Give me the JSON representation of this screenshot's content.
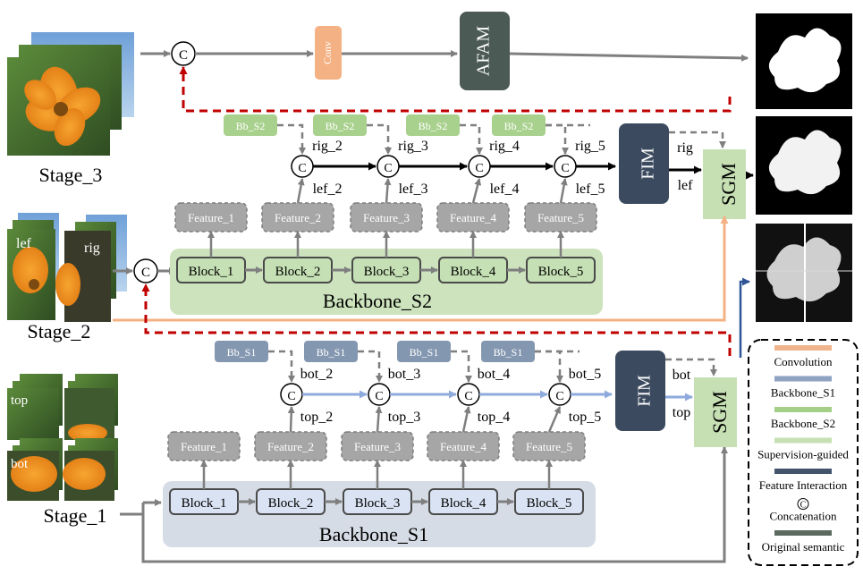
{
  "stages": {
    "s1": "Stage_1",
    "s2": "Stage_2",
    "s3": "Stage_3"
  },
  "image_tags": {
    "lef": "lef",
    "rig": "rig",
    "top": "top",
    "bot": "bot"
  },
  "concat_symbol": "C",
  "top_path": {
    "conv": "Conv",
    "afam": "AFAM"
  },
  "s2": {
    "backbone": "Backbone_S2",
    "blocks": [
      "Block_1",
      "Block_2",
      "Block_3",
      "Block_4",
      "Block_5"
    ],
    "features": [
      "Feature_1",
      "Feature_2",
      "Feature_3",
      "Feature_4",
      "Feature_5"
    ],
    "bb": "Bb_S2",
    "upper": [
      "rig_2",
      "rig_3",
      "rig_4",
      "rig_5"
    ],
    "lower": [
      "lef_2",
      "lef_3",
      "lef_4",
      "lef_5"
    ],
    "fim": "FIM",
    "fim_out_a": "rig",
    "fim_out_b": "lef",
    "sgm": "SGM"
  },
  "s1": {
    "backbone": "Backbone_S1",
    "blocks": [
      "Block_1",
      "Block_2",
      "Block_3",
      "Block_4",
      "Block_5"
    ],
    "features": [
      "Feature_1",
      "Feature_2",
      "Feature_3",
      "Feature_4",
      "Feature_5"
    ],
    "bb": "Bb_S1",
    "upper": [
      "bot_2",
      "bot_3",
      "bot_4",
      "bot_5"
    ],
    "lower": [
      "top_2",
      "top_3",
      "top_4",
      "top_5"
    ],
    "fim": "FIM",
    "fim_out_a": "bot",
    "fim_out_b": "top",
    "sgm": "SGM"
  },
  "legend": {
    "items": [
      {
        "label": "Convolution",
        "color": "#f0b48c"
      },
      {
        "label": "Backbone_S1",
        "color": "#8ea2c2"
      },
      {
        "label": "Backbone_S2",
        "color": "#a3cf86"
      },
      {
        "label": "Supervision-guided",
        "color": "#c6e0b4"
      },
      {
        "label": "Feature Interaction",
        "color": "#44546a"
      },
      {
        "label": "Concatenation",
        "symbol": "C"
      },
      {
        "label": "Original semantic",
        "color": "#5a6a5e"
      }
    ]
  },
  "colors": {
    "conv": "#f4b183",
    "afam": "#4b5a55",
    "fim": "#3b4a5e",
    "sgm": "#c6e0b4",
    "bb_s2": "#a9d18e",
    "bb_s1": "#8497b0",
    "panel_s2": "#cde3bd",
    "panel_s1": "#d6dce5",
    "block_s2": "#c5e0b4",
    "block_s1": "#dae3f3",
    "red_dash": "#c00000",
    "orange_line": "#f4b183",
    "blue_line": "#8faadc",
    "gray": "#7f7f7f"
  }
}
